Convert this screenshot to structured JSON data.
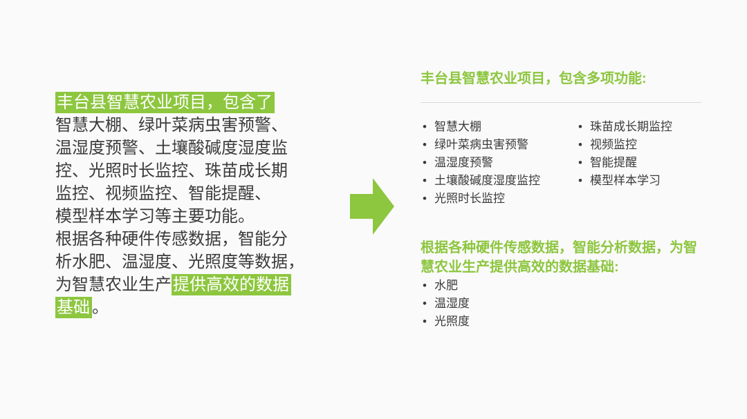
{
  "colors": {
    "background": "#fafafa",
    "accent_green": "#8dc63f",
    "body_text": "#3b3b3b",
    "divider_gray": "#d9d9d9"
  },
  "icons": {
    "arrow": "right-block-arrow"
  },
  "left_paragraph": {
    "lines": [
      [
        {
          "t": "丰台县智慧农业项目，包含了",
          "hl": true
        }
      ],
      [
        {
          "t": "智慧大棚、绿叶菜病虫害预警、",
          "hl": false
        }
      ],
      [
        {
          "t": "温湿度预警、土壤酸碱度湿度监",
          "hl": false
        }
      ],
      [
        {
          "t": "控、光照时长监控、珠苗成长期",
          "hl": false
        }
      ],
      [
        {
          "t": "监控、视频监控、智能提醒、",
          "hl": false
        }
      ],
      [
        {
          "t": "模型样本学习等主要功能。",
          "hl": false
        }
      ],
      [
        {
          "t": "根据各种硬件传感数据，智能分",
          "hl": false
        }
      ],
      [
        {
          "t": "析水肥、温湿度、光照度等数据，",
          "hl": false
        }
      ],
      [
        {
          "t": "为智慧农业生产",
          "hl": false
        },
        {
          "t": "提供高效的数据",
          "hl": true
        }
      ],
      [
        {
          "t": "基础",
          "hl": true
        },
        {
          "t": "。",
          "hl": false
        }
      ]
    ]
  },
  "right_panel": {
    "features_heading": "丰台县智慧农业项目，包含多项功能:",
    "features_col1": [
      "智慧大棚",
      "绿叶菜病虫害预警",
      "温湿度预警",
      "土壤酸碱度湿度监控",
      "光照时长监控"
    ],
    "features_col2": [
      "珠苗成长期监控",
      "视频监控",
      "智能提醒",
      "模型样本学习"
    ],
    "data_heading": "根据各种硬件传感数据，智能分析数据，为智慧农业生产提供高效的数据基础:",
    "data_items": [
      "水肥",
      "温湿度",
      "光照度"
    ]
  }
}
